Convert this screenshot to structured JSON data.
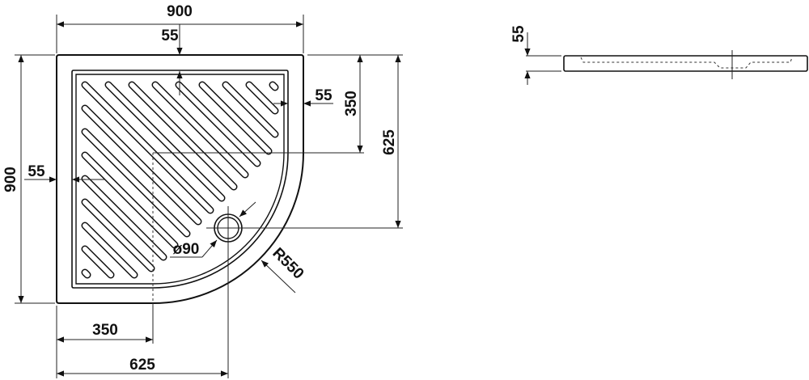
{
  "title": "Quarter-round shower tray technical drawing",
  "dimensions": {
    "overall_width": "900",
    "overall_depth": "900",
    "rim_top": "55",
    "rim_right": "55",
    "rim_left": "55",
    "drain_offset_vertical": "350",
    "drain_center_vertical": "625",
    "drain_offset_horizontal": "350",
    "drain_center_horizontal": "625",
    "drain_diameter": "ø90",
    "corner_radius": "R550",
    "side_height": "55"
  },
  "colors": {
    "line": "#111111",
    "background": "#ffffff"
  }
}
